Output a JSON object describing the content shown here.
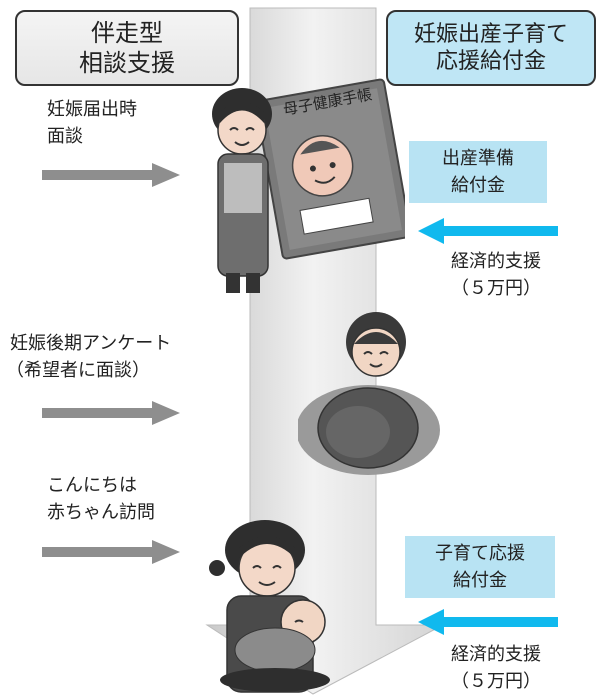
{
  "left_header": {
    "line1": "伴走型",
    "line2": "相談支援"
  },
  "right_header": {
    "line1": "妊娠出産子育て",
    "line2": "応援給付金"
  },
  "steps": [
    {
      "line1": "妊娠届出時",
      "line2": "面談"
    },
    {
      "line1": "妊娠後期アンケート",
      "line2": "（希望者に面談）"
    },
    {
      "line1": "こんにちは",
      "line2": "赤ちゃん訪問"
    }
  ],
  "benefits": [
    {
      "line1": "出産準備",
      "line2": "給付金",
      "support": "経済的支援",
      "amount": "（５万円）"
    },
    {
      "line1": "子育て応援",
      "line2": "給付金",
      "support": "経済的支援",
      "amount": "（５万円）"
    }
  ],
  "handbook_title": "母子健康手帳",
  "colors": {
    "gray_arrow": "#8e8e8e",
    "cyan_arrow": "#10b9ee",
    "benefit_box": "#b8e3f3",
    "header_blue": "#bfe6f5"
  }
}
